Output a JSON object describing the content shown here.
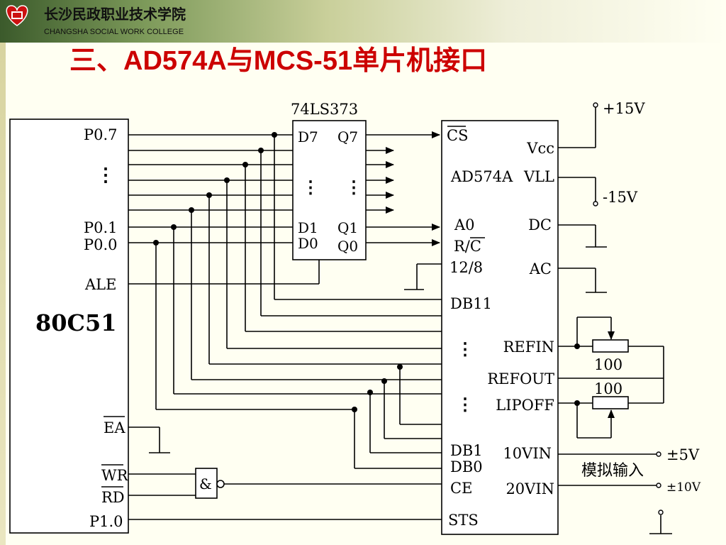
{
  "header": {
    "college_cn": "长沙民政职业技术学院",
    "college_en": "CHANGSHA SOCIAL WORK COLLEGE"
  },
  "title": "三、AD574A与MCS-51单片机接口",
  "colors": {
    "title": "#cc0000",
    "logo_heart": "#cc1111",
    "background": "#fffff2"
  },
  "mcu": {
    "name": "80C51",
    "pins": {
      "p07": "P0.7",
      "p01": "P0.1",
      "p00": "P0.0",
      "ale": "ALE",
      "ea": "EA",
      "wr": "WR",
      "rd": "RD",
      "p10": "P1.0"
    }
  },
  "latch": {
    "name": "74LS373",
    "pins": {
      "d7": "D7",
      "q7": "Q7",
      "d1": "D1",
      "q1": "Q1",
      "d0": "D0",
      "q0": "Q0"
    }
  },
  "adc": {
    "name": "AD574A",
    "left_pins": {
      "cs": "CS",
      "a0": "A0",
      "rc": "R/C",
      "p128": "12/8",
      "db11": "DB11",
      "db1": "DB1",
      "db0": "DB0",
      "ce": "CE",
      "sts": "STS"
    },
    "right_pins": {
      "vcc": "Vcc",
      "vll": "VLL",
      "dc": "DC",
      "ac": "AC",
      "refin": "REFIN",
      "refout": "REFOUT",
      "lipoff": "LIPOFF",
      "v10in": "10VIN",
      "v20in": "20VIN"
    }
  },
  "gate": {
    "symbol": "&"
  },
  "supplies": {
    "pos15": "+15V",
    "neg15": "-15V"
  },
  "resistors": {
    "r1": "100",
    "r2": "100"
  },
  "analog": {
    "label": "模拟输入",
    "range5": "±5V",
    "range10": "±10V"
  },
  "dots": "⋮"
}
